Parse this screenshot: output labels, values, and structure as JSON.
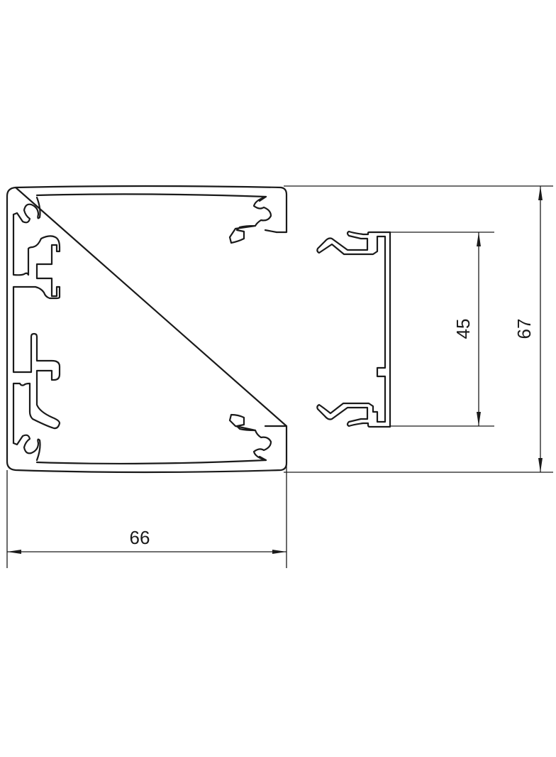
{
  "drawing": {
    "title": "",
    "subject": "cable trunking profile cross-section with cover",
    "units": "mm",
    "line_color": "#1a1a1a",
    "background": "#ffffff"
  },
  "dimensions": {
    "width": {
      "label": "66",
      "orientation": "horizontal",
      "describes": "overall duct width"
    },
    "height": {
      "label": "67",
      "orientation": "vertical",
      "describes": "overall duct height"
    },
    "cover": {
      "label": "45",
      "orientation": "vertical",
      "describes": "cover height"
    }
  },
  "parts": [
    {
      "name": "duct-base-profile",
      "description": "U-shaped base with clip grooves and mounting ribs"
    },
    {
      "name": "cover-profile",
      "description": "snap-on cover with clip hooks"
    }
  ]
}
